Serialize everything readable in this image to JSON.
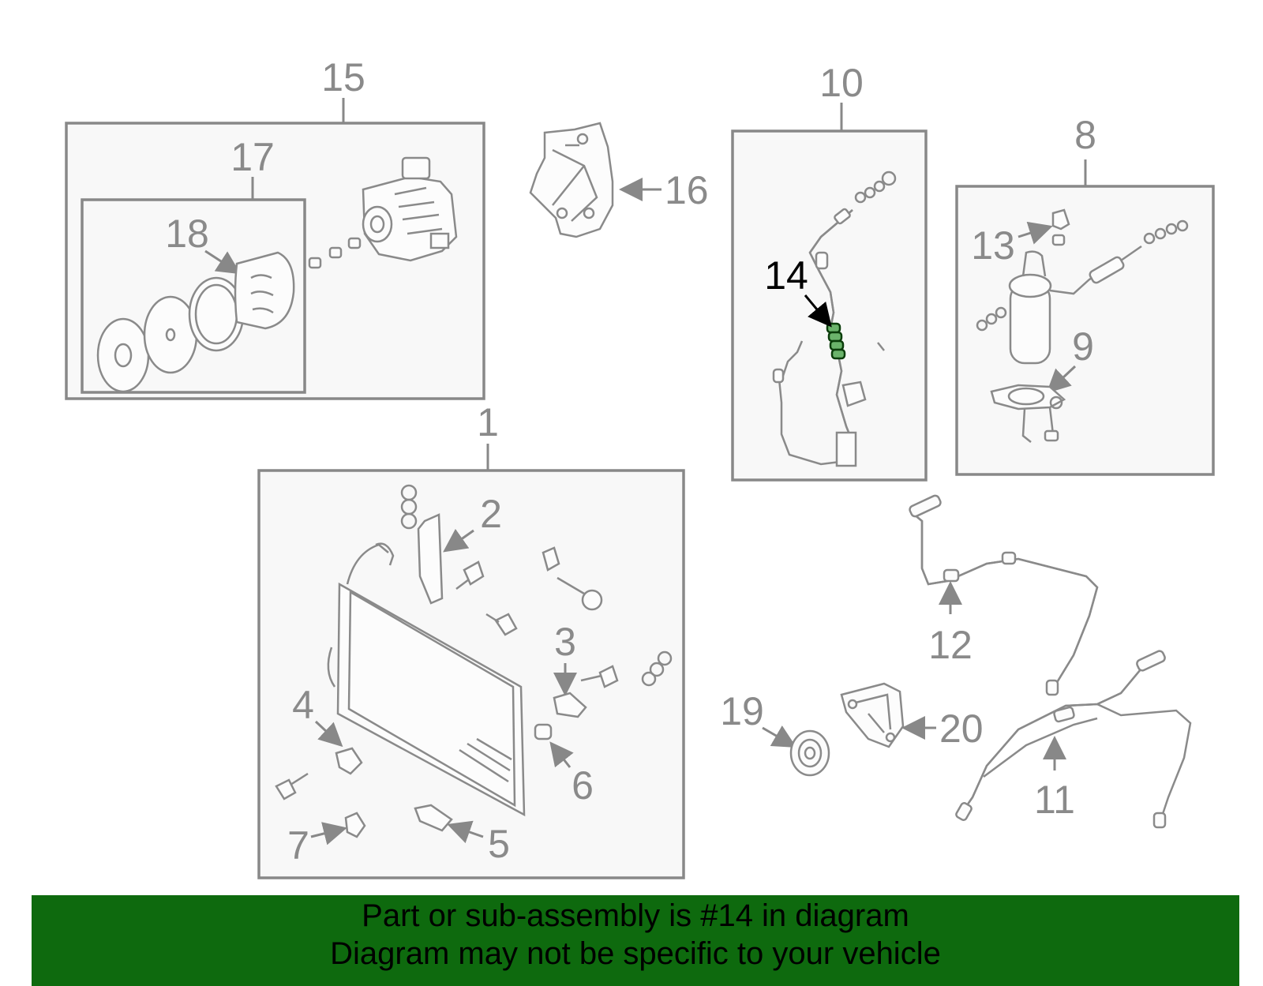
{
  "callouts": {
    "n1": "1",
    "n2": "2",
    "n3": "3",
    "n4": "4",
    "n5": "5",
    "n6": "6",
    "n7": "7",
    "n8": "8",
    "n9": "9",
    "n10": "10",
    "n11": "11",
    "n12": "12",
    "n13": "13",
    "n14": "14",
    "n15": "15",
    "n16": "16",
    "n17": "17",
    "n18": "18",
    "n19": "19",
    "n20": "20"
  },
  "highlighted_part": "14",
  "banner": {
    "line1": "Part or sub-assembly is #14 in diagram",
    "line2": "Diagram may not be specific to your vehicle"
  },
  "colors": {
    "banner_bg": "#0e6a0e",
    "highlight_fill": "#6bb36b",
    "line_gray": "#888888"
  }
}
